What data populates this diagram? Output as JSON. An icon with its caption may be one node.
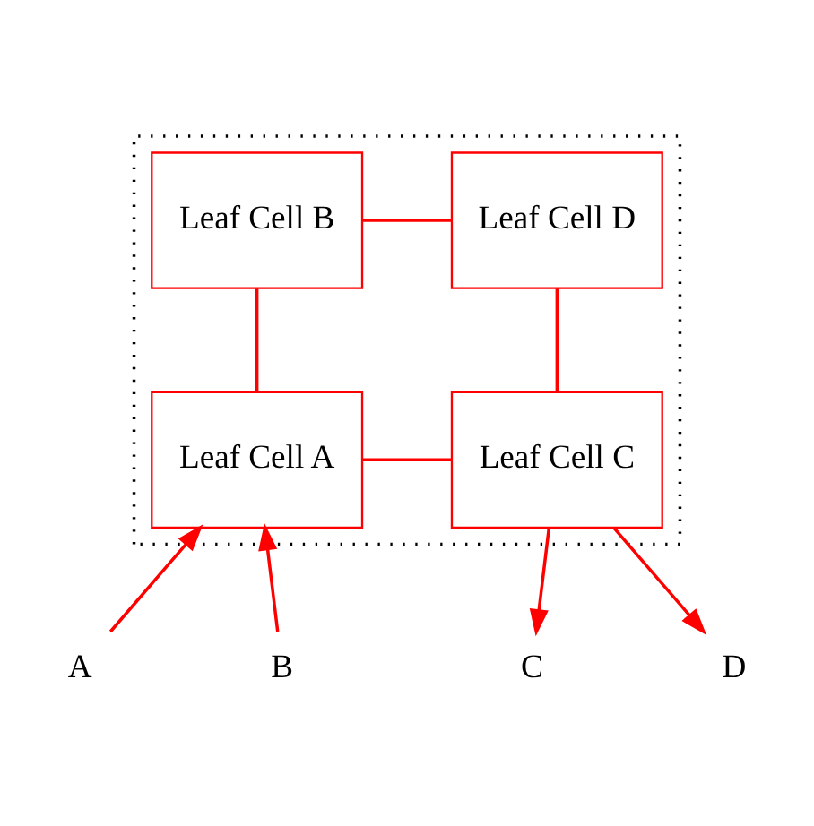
{
  "diagram": {
    "nodes": [
      {
        "text": [],
        "shape": "box"
      },
      {
        "text": [
          "Leaf Cell B"
        ],
        "in": 0
      },
      {
        "text": [
          "Leaf Cell D"
        ],
        "in": 0
      },
      {
        "text": [
          "Leaf Cell A"
        ],
        "in": 0
      },
      {
        "text": [
          "Leaf Cell C"
        ],
        "in": 0
      },
      {
        "text": [
          "A"
        ]
      },
      {
        "text": [
          "B"
        ]
      },
      {
        "text": [
          "C"
        ]
      },
      {
        "text": [
          "D"
        ]
      }
    ],
    "edges": [
      {
        "from": 1,
        "to": 2,
        "arrow": "none"
      },
      {
        "from": 1,
        "to": 3,
        "arrow": "none"
      },
      {
        "from": 2,
        "to": 4,
        "arrow": "none"
      },
      {
        "from": 3,
        "to": 4,
        "arrow": "none"
      },
      {
        "from": 5,
        "to": 3,
        "arrow": "to"
      },
      {
        "from": 6,
        "to": 3,
        "arrow": "to"
      },
      {
        "from": 4,
        "to": 7,
        "arrow": "to"
      },
      {
        "from": 4,
        "to": 8,
        "arrow": "to"
      }
    ]
  }
}
